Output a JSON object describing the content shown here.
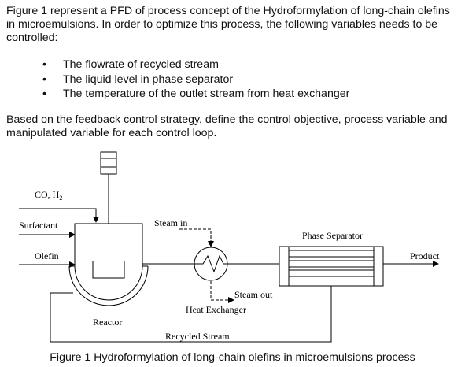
{
  "intro": "Figure 1 represent a PFD of process concept of the Hydroformylation of long-chain olefins in microemulsions. In order to optimize this process, the following variables needs to be controlled:",
  "bullets": [
    "The flowrate of recycled stream",
    "The liquid level in phase separator",
    "The temperature of the outlet stream from heat exchanger"
  ],
  "question": "Based on the feedback control strategy, define the control objective, process variable and manipulated variable for each control loop.",
  "diagram": {
    "co_h2": "CO, H",
    "co_h2_sub": "2",
    "surfactant": "Surfactant",
    "olefin": "Olefin",
    "reactor": "Reactor",
    "steam_in": "Steam in",
    "steam_out": "Steam out",
    "heat_exchanger": "Heat Exchanger",
    "phase_separator": "Phase Separator",
    "product": "Product",
    "recycled_stream": "Recycled Stream"
  },
  "caption": "Figure 1 Hydroformylation of long-chain olefins in microemulsions process"
}
